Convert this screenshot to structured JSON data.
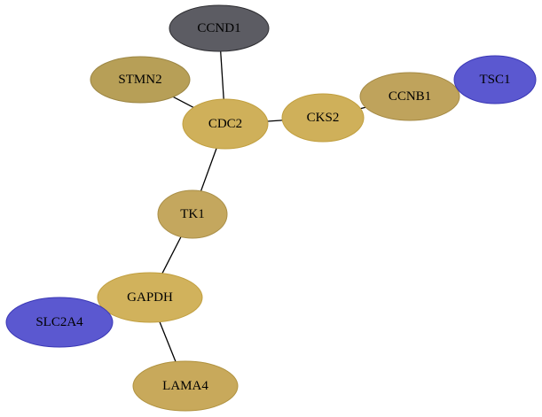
{
  "graph": {
    "nodes": [
      {
        "id": "CCND1",
        "label": "CCND1",
        "fill": "#5c5c63",
        "stroke": "#2e2e32"
      },
      {
        "id": "STMN2",
        "label": "STMN2",
        "fill": "#b79f57",
        "stroke": "#9c8644"
      },
      {
        "id": "CDC2",
        "label": "CDC2",
        "fill": "#cfb05a",
        "stroke": "#c19f3f"
      },
      {
        "id": "CKS2",
        "label": "CKS2",
        "fill": "#cfb05a",
        "stroke": "#c19f3f"
      },
      {
        "id": "CCNB1",
        "label": "CCNB1",
        "fill": "#bfa35c",
        "stroke": "#a58a45"
      },
      {
        "id": "TSC1",
        "label": "TSC1",
        "fill": "#5b58d0",
        "stroke": "#3a37b5"
      },
      {
        "id": "TK1",
        "label": "TK1",
        "fill": "#c4a75e",
        "stroke": "#aa8f48"
      },
      {
        "id": "GAPDH",
        "label": "GAPDH",
        "fill": "#d1b25c",
        "stroke": "#c19f3f"
      },
      {
        "id": "SLC2A4",
        "label": "SLC2A4",
        "fill": "#5b58d0",
        "stroke": "#3a37b5"
      },
      {
        "id": "LAMA4",
        "label": "LAMA4",
        "fill": "#c8a95b",
        "stroke": "#b0923f"
      }
    ],
    "edges": [
      {
        "source": "CCND1",
        "target": "CDC2"
      },
      {
        "source": "STMN2",
        "target": "CDC2"
      },
      {
        "source": "CDC2",
        "target": "CKS2"
      },
      {
        "source": "CKS2",
        "target": "CCNB1"
      },
      {
        "source": "CCNB1",
        "target": "TSC1"
      },
      {
        "source": "CDC2",
        "target": "TK1"
      },
      {
        "source": "TK1",
        "target": "GAPDH"
      },
      {
        "source": "GAPDH",
        "target": "SLC2A4"
      },
      {
        "source": "GAPDH",
        "target": "LAMA4"
      }
    ]
  }
}
